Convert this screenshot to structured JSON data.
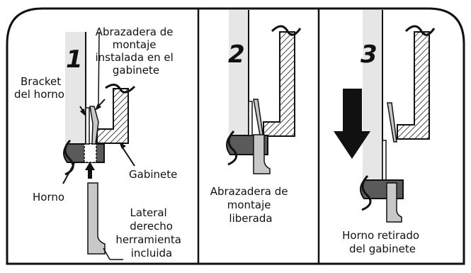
{
  "panels": [
    {
      "number": "1",
      "labels": {
        "clamp_installed": [
          "Abrazadera de",
          "montaje",
          "instalada en el",
          "gabinete"
        ],
        "oven_bracket": [
          "Bracket",
          "del horno"
        ],
        "cabinet": [
          "Gabinete"
        ],
        "oven": [
          "Horno"
        ],
        "tool": [
          "Lateral",
          "derecho",
          "herramienta",
          "incluida"
        ]
      }
    },
    {
      "number": "2",
      "labels": {
        "clamp_released": [
          "Abrazadera de",
          "montaje",
          "liberada"
        ]
      }
    },
    {
      "number": "3",
      "labels": {
        "oven_removed": [
          "Horno retirado",
          "del gabinete"
        ]
      }
    }
  ],
  "colors": {
    "outline": "#111111",
    "oven_gray": "#5a5a5a",
    "light_gray": "#c8c8c8",
    "pale": "#e6e6e6"
  }
}
